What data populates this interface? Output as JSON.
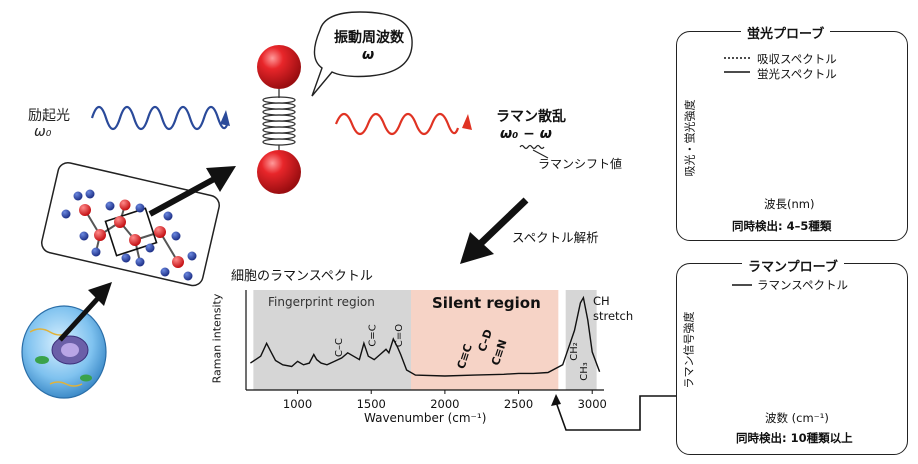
{
  "excitation": {
    "label": "励起光",
    "symbol": "ω₀"
  },
  "molecule": {
    "bubble_title": "振動周波数",
    "bubble_symbol": "ω"
  },
  "raman_scatter": {
    "label": "ラマン散乱",
    "formula": "ω₀ − ω",
    "shift_label": "ラマンシフト値"
  },
  "analysis_label": "スペクトル解析",
  "spectrum": {
    "title": "細胞のラマンスペクトル",
    "ylabel": "Raman intensity",
    "xlabel": "Wavenumber (cm⁻¹)",
    "regions": {
      "fingerprint": "Fingerprint region",
      "silent": "Silent region",
      "ch": "CH\nstretch"
    },
    "bond_labels": [
      "C–C",
      "C=C",
      "C=O",
      "C≡C",
      "C–D",
      "C≡N",
      "CH₂",
      "CH₃"
    ],
    "region_colors": {
      "fingerprint": "#d6d6d6",
      "silent": "#f6d3c6",
      "ch": "#d6d6d6"
    }
  },
  "chart_data": {
    "type": "line",
    "xlabel": "Wavenumber (cm⁻¹)",
    "ylabel": "Raman intensity",
    "xlim": [
      650,
      3080
    ],
    "xticks": [
      1000,
      1500,
      2000,
      2500,
      3000
    ],
    "series": [
      {
        "x": [
          680,
          750,
          790,
          820,
          850,
          900,
          960,
          1000,
          1040,
          1080,
          1110,
          1130,
          1160,
          1200,
          1250,
          1300,
          1340,
          1380,
          1420,
          1450,
          1480,
          1520,
          1560,
          1600,
          1620,
          1650,
          1680,
          1700,
          1740,
          1800,
          2000,
          2200,
          2400,
          2500,
          2600,
          2700,
          2800,
          2850,
          2880,
          2920,
          2940,
          2970,
          3000,
          3050
        ],
        "y": [
          0.22,
          0.3,
          0.45,
          0.35,
          0.25,
          0.2,
          0.18,
          0.24,
          0.2,
          0.22,
          0.32,
          0.26,
          0.22,
          0.2,
          0.24,
          0.28,
          0.34,
          0.3,
          0.26,
          0.45,
          0.3,
          0.26,
          0.32,
          0.38,
          0.34,
          0.5,
          0.4,
          0.32,
          0.14,
          0.08,
          0.07,
          0.08,
          0.09,
          0.1,
          0.1,
          0.11,
          0.2,
          0.45,
          0.6,
          0.92,
          0.98,
          0.72,
          0.35,
          0.12
        ]
      }
    ]
  },
  "fluor_probe": {
    "title": "蛍光プローブ",
    "legend_abs": "吸収スペクトル",
    "legend_flu": "蛍光スペクトル",
    "ylabel": "吸光・蛍光強度",
    "xlabel": "波長(nm)",
    "detect": "同時検出: 4–5種類",
    "band_colors": [
      "#b7bde6",
      "#b9dcb6",
      "#f7dcb5",
      "#f6c9b2"
    ]
  },
  "raman_probe": {
    "title": "ラマンプローブ",
    "legend": "ラマンスペクトル",
    "ylabel": "ラマン信号強度",
    "xlabel": "波数 (cm⁻¹)",
    "detect": "同時検出: 10種類以上",
    "band_colors": [
      "#f7d9b8",
      "#f6e1b0",
      "#f3eab3",
      "#e6efb5",
      "#d3ecbd",
      "#c3e6cf",
      "#bfe0e6",
      "#bfd2ef",
      "#c8c8ef",
      "#d7c4ec",
      "#e8c6ea",
      "#f2c4de"
    ]
  }
}
